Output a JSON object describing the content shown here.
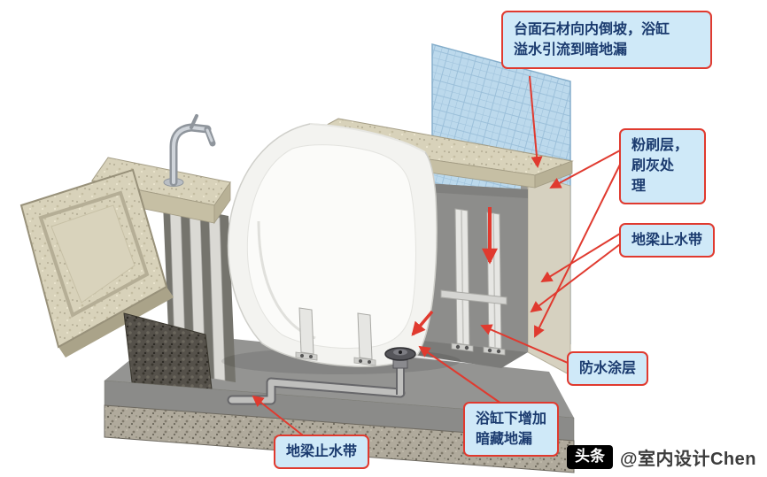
{
  "colors": {
    "accent_red": "#e03a2f",
    "callout_bg": "#cfe9f8",
    "callout_border": "#e03a2f",
    "callout_text": "#1a3a6e",
    "glass_blue": "#bcd9ec",
    "stone_beige": "#d8d2ba",
    "concrete_gray": "#909090",
    "watermark_badge_bg": "#000000"
  },
  "callouts": {
    "overflow": {
      "text": "台面石材向内倒坡，浴缸\n溢水引流到暗地漏"
    },
    "plaster": {
      "text": "粉刷层，\n刷灰处\n理"
    },
    "waterstop_right": {
      "text": "地梁止水带"
    },
    "waterproof": {
      "text": "防水涂层"
    },
    "hidden_drain": {
      "text": "浴缸下增加\n暗藏地漏"
    },
    "waterstop_left": {
      "text": "地梁止水带"
    }
  },
  "watermark": {
    "badge": "头条",
    "handle": "@室内设计Chen"
  }
}
